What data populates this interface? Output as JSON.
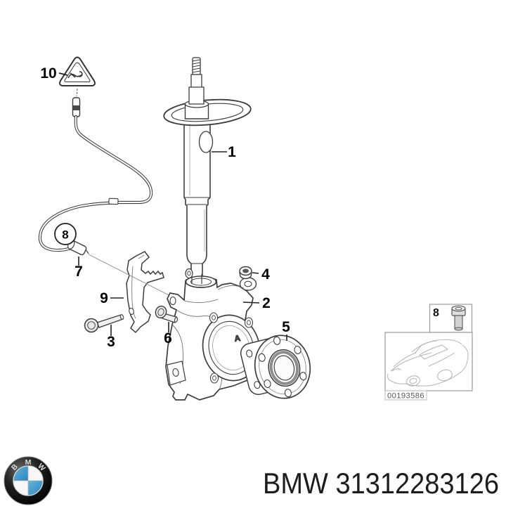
{
  "diagram": {
    "callouts": {
      "n1": "1",
      "n2": "2",
      "n3": "3",
      "n4": "4",
      "n5": "5",
      "n6": "6",
      "n7": "7",
      "n8": "8",
      "n9": "9",
      "n10": "10",
      "inset8": "8"
    },
    "knuckle_mark": "A",
    "inset_frame_number": "00193586"
  },
  "footer": {
    "logo_letters": [
      "B",
      "M",
      "W"
    ],
    "caption": "BMW 31312283126"
  },
  "colors": {
    "line": "#3d3d3d",
    "label": "#000000",
    "bmw_blue": "#3f9fd4",
    "roundel_black": "#111111",
    "caption_text": "#1d1d1d"
  }
}
